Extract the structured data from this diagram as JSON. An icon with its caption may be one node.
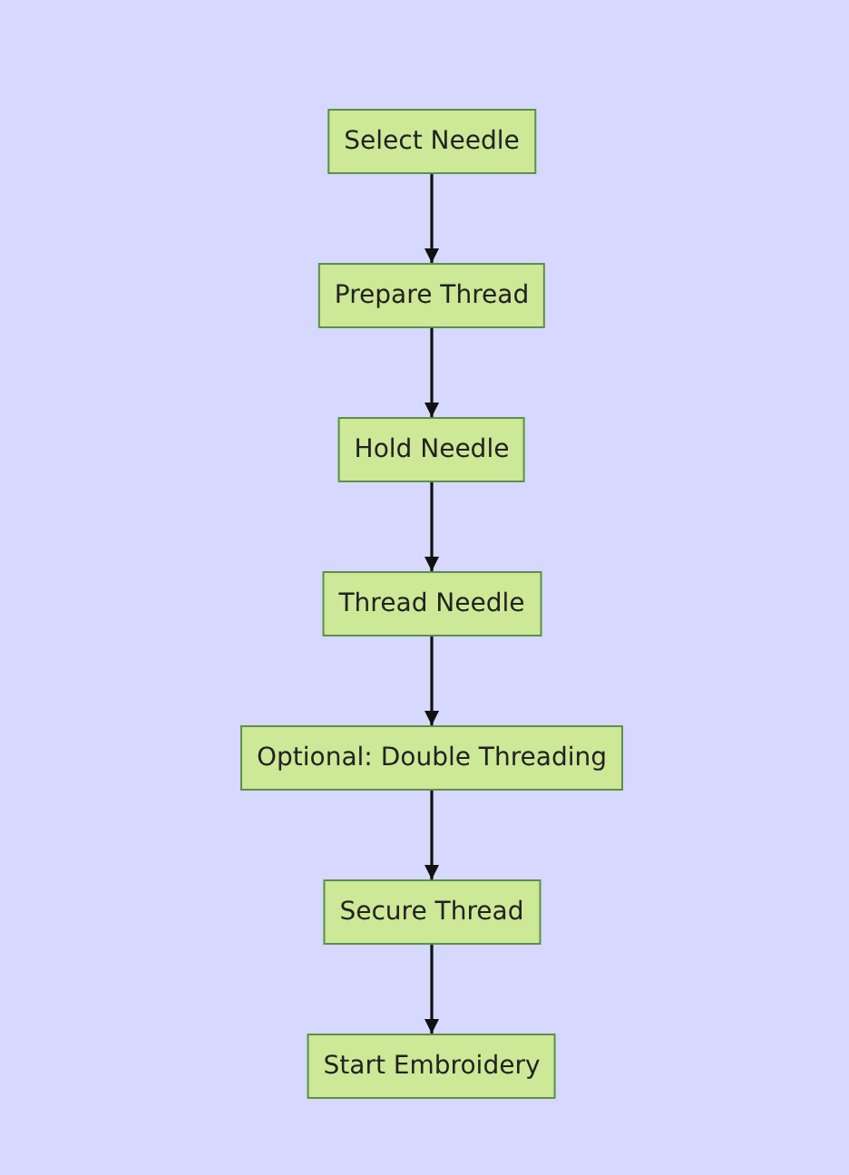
{
  "diagram": {
    "nodes": [
      {
        "text": [
          "Select Needle"
        ]
      },
      {
        "text": [
          "Prepare Thread"
        ]
      },
      {
        "text": [
          "Hold Needle"
        ]
      },
      {
        "text": [
          "Thread Needle"
        ]
      },
      {
        "text": [
          "Optional: Double Threading"
        ]
      },
      {
        "text": [
          "Secure Thread"
        ]
      },
      {
        "text": [
          "Start Embroidery"
        ]
      }
    ],
    "edges": [
      {
        "from": 0,
        "to": 1,
        "arrow": "to"
      },
      {
        "from": 1,
        "to": 2,
        "arrow": "to"
      },
      {
        "from": 2,
        "to": 3,
        "arrow": "to"
      },
      {
        "from": 3,
        "to": 4,
        "arrow": "to"
      },
      {
        "from": 4,
        "to": 5,
        "arrow": "to"
      },
      {
        "from": 5,
        "to": 6,
        "arrow": "to"
      }
    ]
  }
}
